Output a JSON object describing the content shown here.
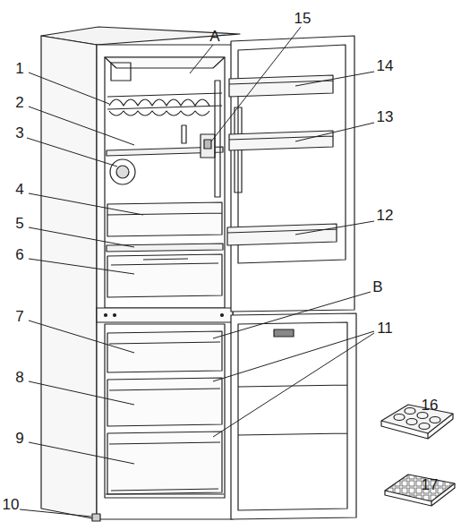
{
  "diagram": {
    "labels": [
      "A",
      "15",
      "1",
      "14",
      "2",
      "3",
      "13",
      "4",
      "5",
      "12",
      "6",
      "B",
      "7",
      "11",
      "8",
      "9",
      "10",
      "16",
      "17"
    ]
  }
}
